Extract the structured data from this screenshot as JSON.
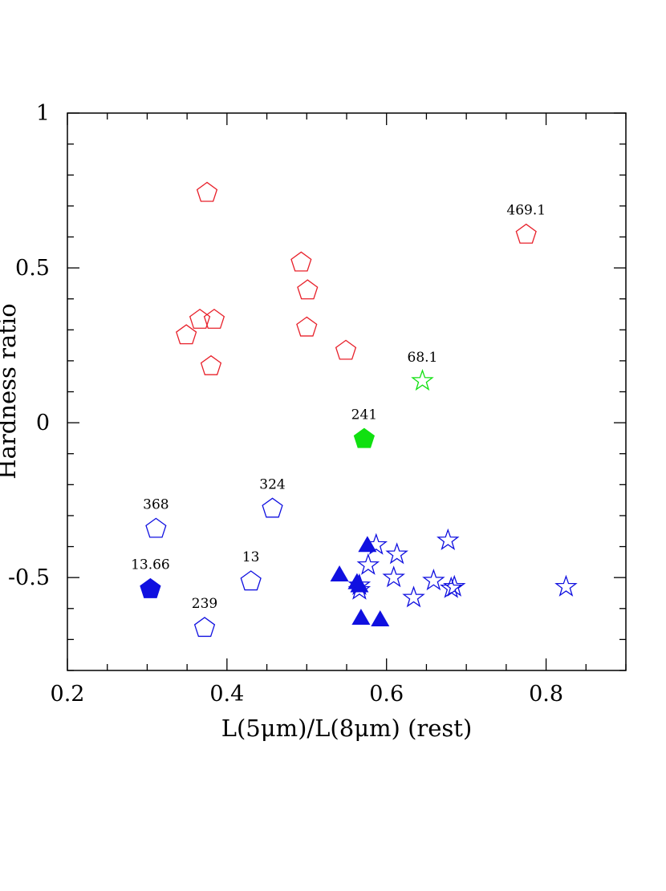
{
  "chart_data": {
    "type": "scatter",
    "xlabel": "L(5μm)/L(8μm) (rest)",
    "ylabel": "Hardness ratio",
    "xlim": [
      0.2,
      0.9
    ],
    "ylim": [
      -0.8,
      1.0
    ],
    "x_ticks": [
      {
        "value": 0.2,
        "label": "0.2"
      },
      {
        "value": 0.4,
        "label": "0.4"
      },
      {
        "value": 0.6,
        "label": "0.6"
      },
      {
        "value": 0.8,
        "label": "0.8"
      }
    ],
    "y_ticks": [
      {
        "value": 1.0,
        "label": "1"
      },
      {
        "value": 0.5,
        "label": "0.5"
      },
      {
        "value": 0.0,
        "label": "0"
      },
      {
        "value": -0.5,
        "label": "-0.5"
      }
    ],
    "x_minor_step": 0.05,
    "y_minor_step": 0.1,
    "grid": false,
    "colors": {
      "red": "#e8202a",
      "blue": "#1010e0",
      "green": "#10e010"
    },
    "series": [
      {
        "marker": "pentagon",
        "filled": false,
        "color": "red",
        "points": [
          {
            "x": 0.375,
            "y": 0.745
          },
          {
            "x": 0.493,
            "y": 0.52
          },
          {
            "x": 0.501,
            "y": 0.43
          },
          {
            "x": 0.366,
            "y": 0.335
          },
          {
            "x": 0.384,
            "y": 0.335
          },
          {
            "x": 0.349,
            "y": 0.285
          },
          {
            "x": 0.5,
            "y": 0.31
          },
          {
            "x": 0.38,
            "y": 0.185
          },
          {
            "x": 0.549,
            "y": 0.235
          },
          {
            "x": 0.775,
            "y": 0.61,
            "label": "469.1"
          }
        ]
      },
      {
        "marker": "star",
        "filled": false,
        "color": "green",
        "points": [
          {
            "x": 0.645,
            "y": 0.135,
            "label": "68.1"
          }
        ]
      },
      {
        "marker": "pentagon",
        "filled": true,
        "color": "green",
        "points": [
          {
            "x": 0.572,
            "y": -0.05,
            "label": "241"
          }
        ]
      },
      {
        "marker": "pentagon",
        "filled": false,
        "color": "blue",
        "points": [
          {
            "x": 0.311,
            "y": -0.34,
            "label": "368"
          },
          {
            "x": 0.457,
            "y": -0.275,
            "label": "324"
          },
          {
            "x": 0.43,
            "y": -0.51,
            "label": "13"
          },
          {
            "x": 0.372,
            "y": -0.66,
            "label": "239"
          }
        ]
      },
      {
        "marker": "pentagon",
        "filled": true,
        "color": "blue",
        "points": [
          {
            "x": 0.304,
            "y": -0.535,
            "label": "13.66"
          }
        ]
      },
      {
        "marker": "triangle",
        "filled": true,
        "color": "blue",
        "points": [
          {
            "x": 0.576,
            "y": -0.395
          },
          {
            "x": 0.541,
            "y": -0.49
          },
          {
            "x": 0.563,
            "y": -0.515
          },
          {
            "x": 0.566,
            "y": -0.525
          },
          {
            "x": 0.568,
            "y": -0.63
          },
          {
            "x": 0.592,
            "y": -0.635
          }
        ]
      },
      {
        "marker": "star",
        "filled": false,
        "color": "blue",
        "points": [
          {
            "x": 0.587,
            "y": -0.395
          },
          {
            "x": 0.613,
            "y": -0.425
          },
          {
            "x": 0.577,
            "y": -0.46
          },
          {
            "x": 0.566,
            "y": -0.525
          },
          {
            "x": 0.566,
            "y": -0.54
          },
          {
            "x": 0.609,
            "y": -0.5
          },
          {
            "x": 0.634,
            "y": -0.565
          },
          {
            "x": 0.659,
            "y": -0.51
          },
          {
            "x": 0.677,
            "y": -0.38
          },
          {
            "x": 0.681,
            "y": -0.535
          },
          {
            "x": 0.685,
            "y": -0.53
          },
          {
            "x": 0.825,
            "y": -0.53
          }
        ]
      }
    ]
  }
}
